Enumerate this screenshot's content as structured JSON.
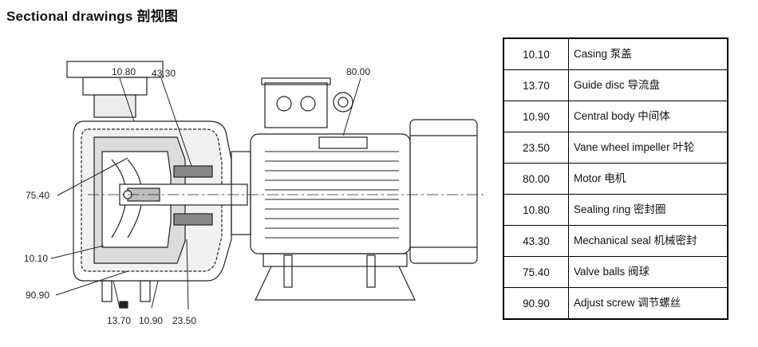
{
  "title": "Sectional drawings 剖视图",
  "drawing": {
    "callouts": {
      "c1080": "10.80",
      "c4330": "43.30",
      "c8000": "80.00",
      "c7540": "75.40",
      "c1010": "10.10",
      "c9090": "90.90",
      "c1370": "13.70",
      "c1090": "10.90",
      "c2350": "23.50"
    }
  },
  "parts": [
    {
      "code": "10.10",
      "desc": "Casing 泵盖"
    },
    {
      "code": "13.70",
      "desc": "Guide disc  导流盘"
    },
    {
      "code": "10.90",
      "desc": "Central body 中间体"
    },
    {
      "code": "23.50",
      "desc": "Vane wheel impeller 叶轮"
    },
    {
      "code": "80.00",
      "desc": "Motor 电机"
    },
    {
      "code": "10.80",
      "desc": "Sealing ring 密封圈"
    },
    {
      "code": "43.30",
      "desc": "Mechanical seal 机械密封"
    },
    {
      "code": "75.40",
      "desc": "Valve balls 阀球"
    },
    {
      "code": "90.90",
      "desc": "Adjust screw 调节螺丝"
    }
  ]
}
